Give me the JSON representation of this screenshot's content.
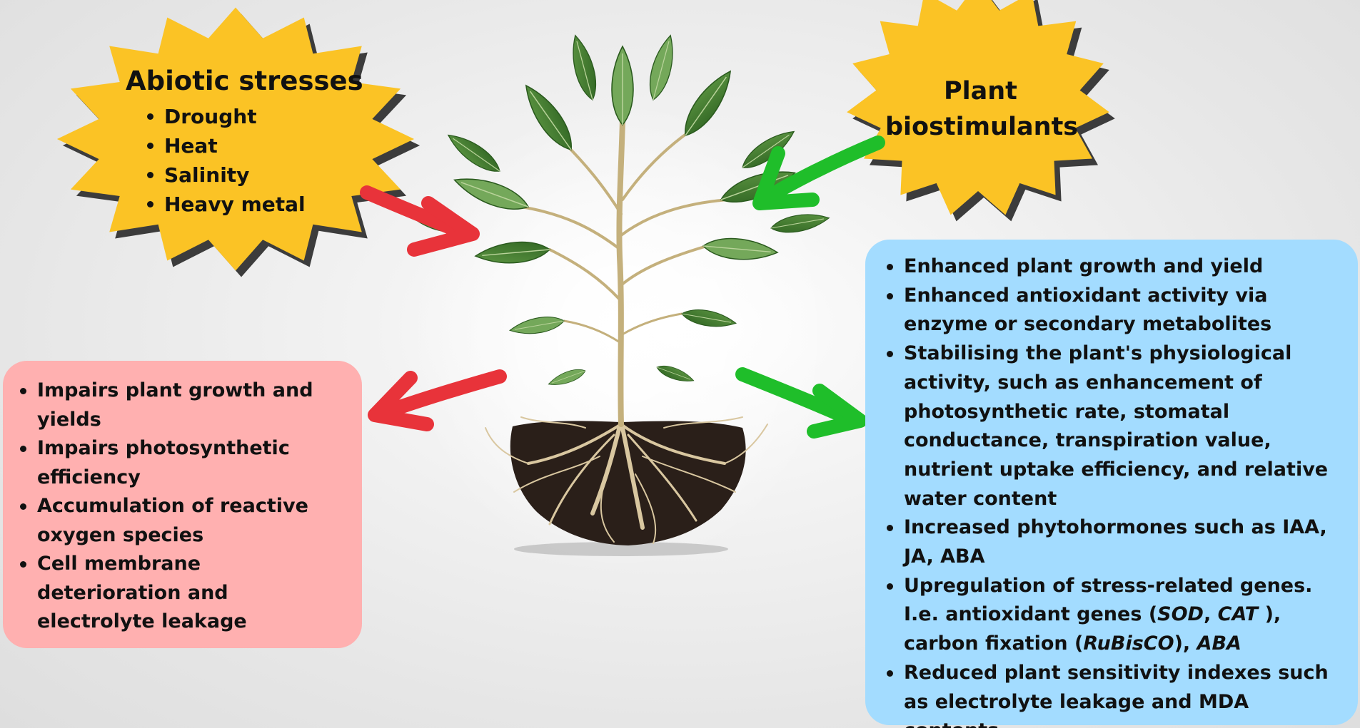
{
  "abiotic": {
    "title": "Abiotic stresses",
    "items": [
      "Drought",
      "Heat",
      "Salinity",
      "Heavy metal"
    ]
  },
  "biostimulants": {
    "title_line1": "Plant",
    "title_line2": "biostimulants"
  },
  "negative_effects": {
    "items": [
      "Impairs plant growth and yields",
      "Impairs photosynthetic efficiency",
      "Accumulation of reactive oxygen species",
      "Cell membrane deterioration and electrolyte leakage"
    ]
  },
  "positive_effects": {
    "items": [
      "Enhanced plant growth and yield",
      "Enhanced antioxidant activity via enzyme or secondary metabolites",
      "Stabilising the plant's physiological activity, such as enhancement of photosynthetic rate,  stomatal conductance, transpiration value, nutrient uptake efficiency, and relative water content",
      "Increased phytohormones such as IAA, JA, ABA"
    ],
    "genes_item": {
      "prefix": "Upregulation of stress-related genes. I.e. antioxidant genes (",
      "sod": "SOD",
      "sep": ", ",
      "cat": "CAT",
      "mid": " ), carbon fixation (",
      "rubisco": "RuBisCO",
      "mid2": "), ",
      "aba": "ABA"
    },
    "last_item": "Reduced plant sensitivity indexes such as electrolyte leakage and MDA contents"
  },
  "colors": {
    "burst_fill": "#fbc325",
    "burst_shadow": "#3c3c3c",
    "negative_box": "#ffb0b0",
    "positive_box": "#a3dcff",
    "red_arrow": "#e8333a",
    "green_arrow": "#1fbe2a",
    "soil": "#2a1f19",
    "root": "#d9c7a0",
    "leaf": "#3f7a2e",
    "leaf_light": "#74a85a",
    "stem": "#c4b07c"
  }
}
